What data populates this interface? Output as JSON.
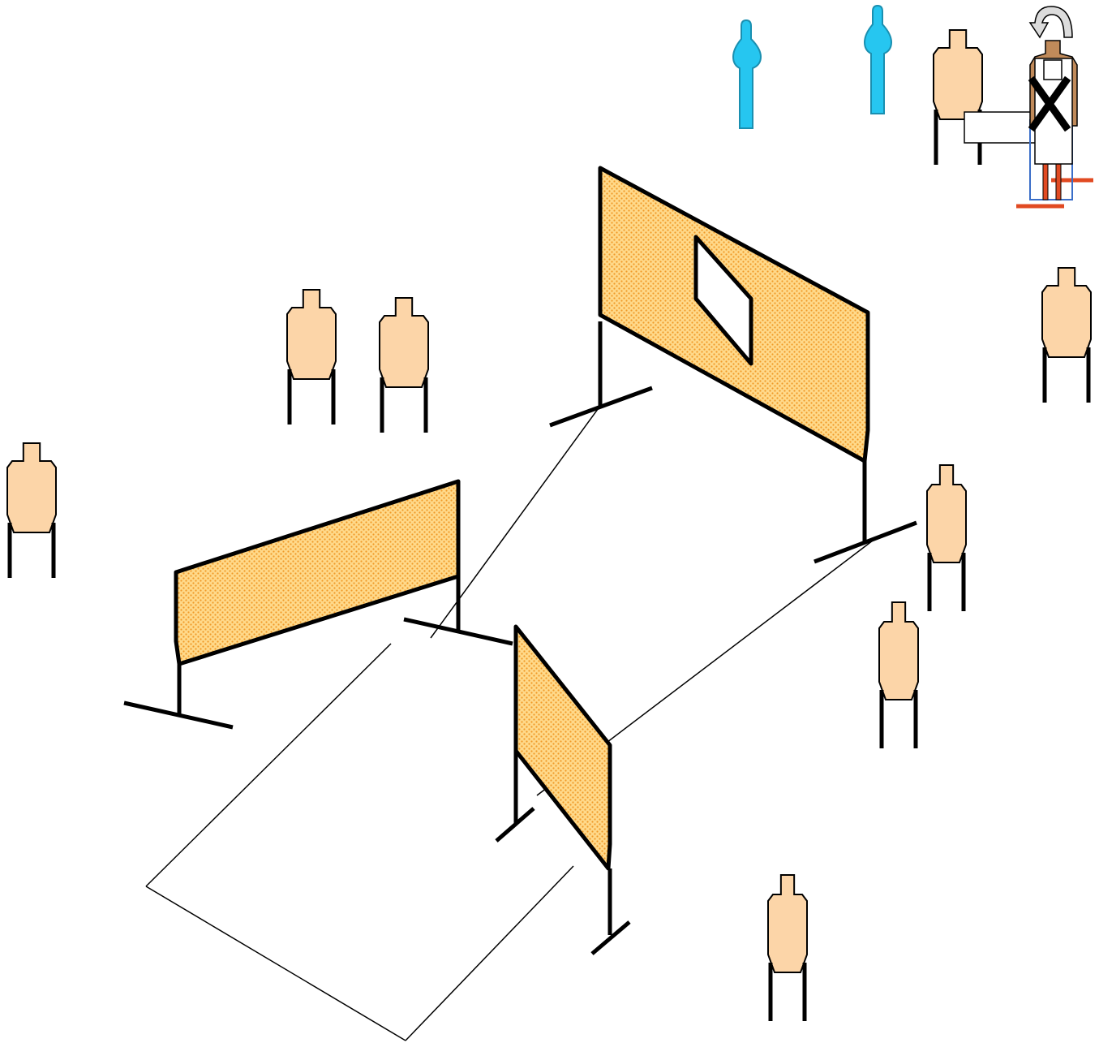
{
  "colors": {
    "background": "#ffffff",
    "target_fill": "#fcd5a8",
    "target_stroke": "#000000",
    "no_shoot_fill": "#26c6f0",
    "no_shoot_stroke": "#1a8fb0",
    "wall_mesh_fill": "#ffd98a",
    "wall_mesh_dot": "#f09a28",
    "stroke": "#000000",
    "fault_line": "#000000",
    "swinger_red": "#e14a22",
    "swinger_blue": "#3a6ec8",
    "swinger_tan": "#c08a5a",
    "rotation_arrow": "#dcdcdc"
  },
  "icons": {
    "paper_target": "cardboard-target-icon",
    "no_shoot": "no-shoot-target-icon",
    "wall": "barricade-wall-icon",
    "swinger": "swinger-target-icon",
    "rotation": "rotation-arrow-icon",
    "disappearing_mark": "x-mark-icon"
  },
  "stage": {
    "paper_target_count": 9,
    "no_shoot_count": 2,
    "wall_count": 3,
    "windows": 1,
    "moving_targets": 1
  }
}
